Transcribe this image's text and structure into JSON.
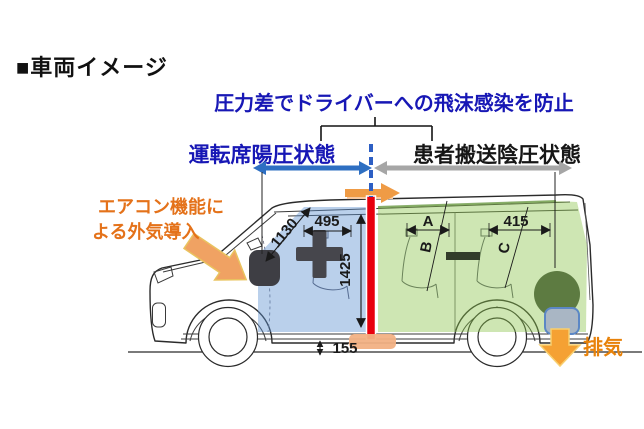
{
  "page": {
    "title": "■車両イメージ"
  },
  "annotations": {
    "pressure_note": "圧力差でドライバーへの飛沫感染を防止",
    "driver_zone": "運転席陽圧状態",
    "patient_zone": "患者搬送陰圧状態",
    "air_intake_line1": "エアコン機能に",
    "air_intake_line2": "よる外気導入",
    "exhaust": "排気"
  },
  "dimensions": {
    "front_width": "495",
    "front_diagonal": "1130",
    "cabin_height": "1425",
    "ground_clearance": "155",
    "rear_seat_pitch": "415",
    "seat_a": "A",
    "seat_b": "B",
    "seat_c": "C"
  },
  "zones": {
    "driver_zone_color": "#b9cfe9",
    "patient_zone_color": "#cde6b0",
    "partition_color": "#e8000d"
  },
  "accents": {
    "note_blue": "#1717b5",
    "pressure_arrow_blue": "#2e6fc2",
    "pressure_arrow_gray": "#a6a6a6",
    "intake_orange": "#e4721a",
    "block_arrow_orange": "#f5a133"
  }
}
